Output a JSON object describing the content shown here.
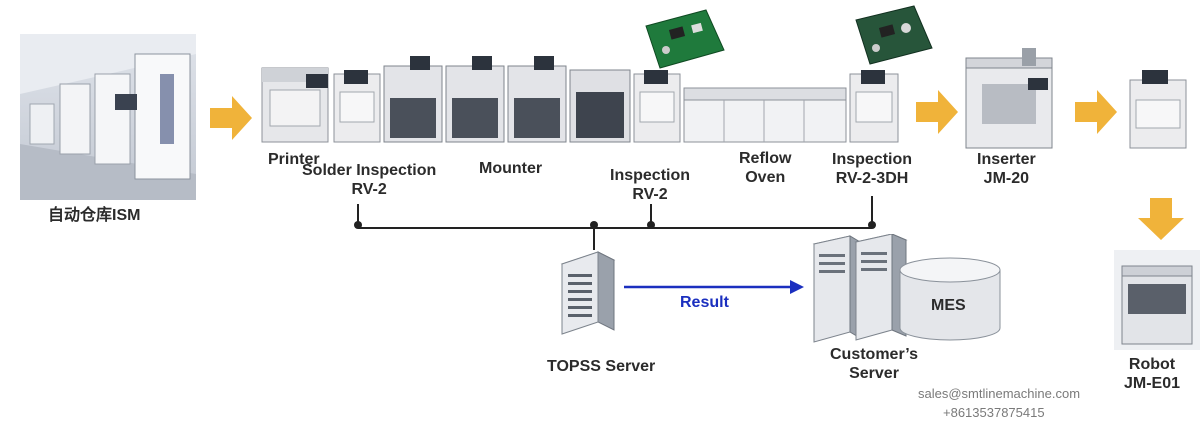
{
  "warehouse": {
    "label": "自动仓库ISM"
  },
  "machines": {
    "printer": {
      "line1": "Printer"
    },
    "solder": {
      "line1": "Solder Inspection",
      "line2": "RV-2"
    },
    "mounter": {
      "line1": "Mounter"
    },
    "inspection1": {
      "line1": "Inspection",
      "line2": "RV-2"
    },
    "reflow": {
      "line1": "Reflow",
      "line2": "Oven"
    },
    "inspection2": {
      "line1": "Inspection",
      "line2": "RV-2-3DH"
    },
    "inserter": {
      "line1": "Inserter",
      "line2": "JM-20"
    },
    "robot": {
      "line1": "Robot",
      "line2": "JM-E01"
    }
  },
  "network": {
    "topss_label": "TOPSS Server",
    "result_label": "Result",
    "customer_label_line1": "Customer’s",
    "customer_label_line2": "Server",
    "mes_label": "MES"
  },
  "contact": {
    "email": "sales@smtlinemachine.com",
    "phone": "+8613537875415"
  },
  "colors": {
    "flow_arrow": "#f0b33a",
    "result_arrow": "#1b2fbf",
    "bus_line": "#222222"
  }
}
